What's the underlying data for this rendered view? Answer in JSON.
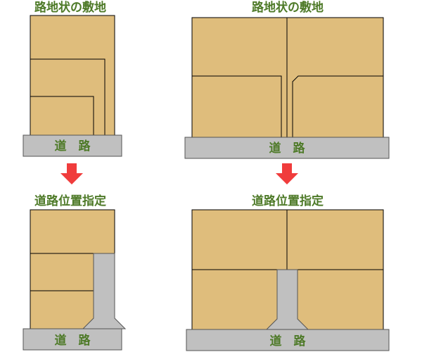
{
  "panels": {
    "top_left_title": "路地状の敷地",
    "top_right_title": "路地状の敷地",
    "bottom_left_title": "道路位置指定",
    "bottom_right_title": "道路位置指定",
    "road_label": "道　路"
  },
  "colors": {
    "lot": "#dfbd7c",
    "road": "#c0c0c0",
    "arrow": "#f03c3c",
    "title": "#4e7a28"
  }
}
